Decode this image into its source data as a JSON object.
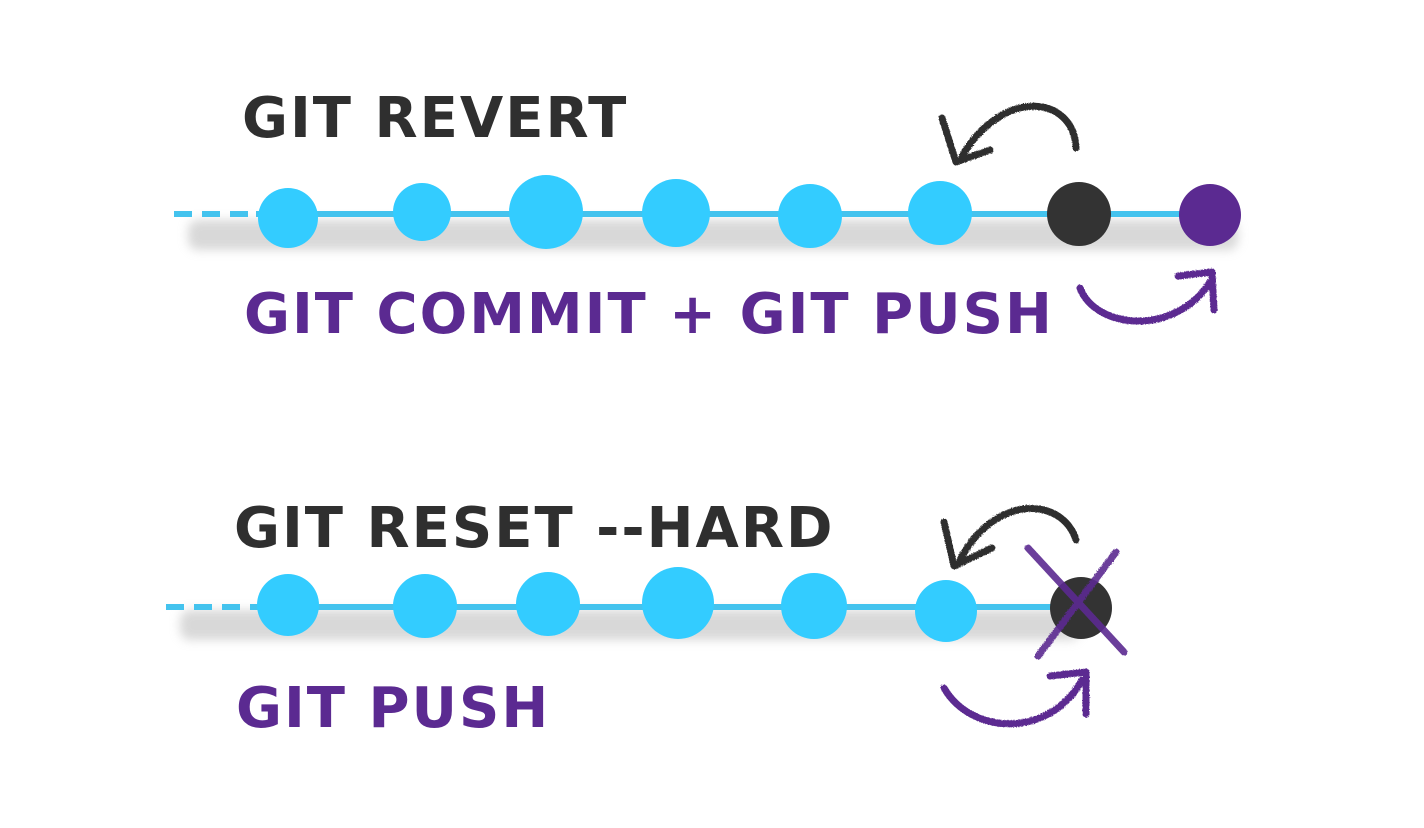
{
  "colors": {
    "commit": "#33ccff",
    "head_dark": "#333333",
    "new_commit": "#5b2a91",
    "line": "#44c3ee",
    "shadow": "#cfcfcf",
    "text_dark": "#2f2f2f",
    "text_purple": "#5b2a91"
  },
  "revert": {
    "title": "Git Revert",
    "caption": "Git Commit + Git Push",
    "commits": [
      "commit",
      "commit",
      "commit",
      "commit",
      "commit",
      "commit",
      "head",
      "new"
    ]
  },
  "reset": {
    "title": "Git Reset --hard",
    "caption": "Git Push",
    "commits": [
      "commit",
      "commit",
      "commit",
      "commit",
      "commit",
      "commit",
      "head-crossed"
    ]
  },
  "icons": [
    "curved-arrow-back-icon",
    "curved-arrow-forward-icon",
    "cross-out-icon"
  ]
}
